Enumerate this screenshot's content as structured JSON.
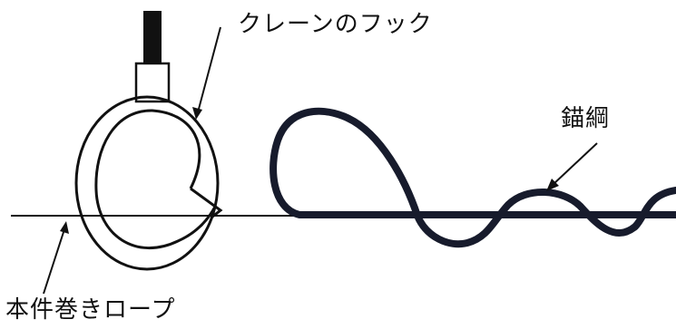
{
  "labels": {
    "crane_hook": "クレーンのフック",
    "anchor_cable": "錨綱",
    "rope": "本件巻きロープ"
  },
  "colors": {
    "hook": "#111111",
    "cable": "#171b2c",
    "rope": "#111111",
    "leader": "#111111",
    "text": "#111111"
  }
}
